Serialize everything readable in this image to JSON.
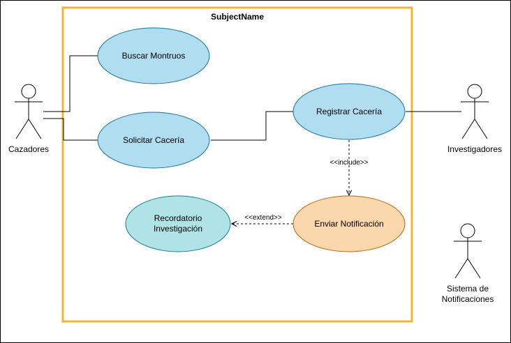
{
  "diagram": {
    "subject": {
      "name": "SubjectName",
      "border_color": "#f5b335"
    },
    "actors": {
      "cazadores": {
        "label": "Cazadores"
      },
      "investigadores": {
        "label": "Investigadores"
      },
      "sistema": {
        "label_line1": "Sistema de",
        "label_line2": "Notificaciones"
      }
    },
    "use_cases": {
      "buscar": {
        "label": "Buscar Montruos",
        "fill": "#b1ddf0",
        "stroke": "#10739e"
      },
      "solicitar": {
        "label": "Solicitar Cacería",
        "fill": "#b1ddf0",
        "stroke": "#10739e"
      },
      "registrar": {
        "label": "Registrar Cacería",
        "fill": "#b1ddf0",
        "stroke": "#10739e"
      },
      "enviar": {
        "label": "Enviar Notificación",
        "fill": "#fad7ac",
        "stroke": "#b46504"
      },
      "recordatorio": {
        "label_line1": "Recordatorio",
        "label_line2": "Investigación",
        "fill": "#b0e3e6",
        "stroke": "#0e8088"
      }
    },
    "relations": {
      "include": "<<include>>",
      "extend": "<<extend>>"
    }
  }
}
